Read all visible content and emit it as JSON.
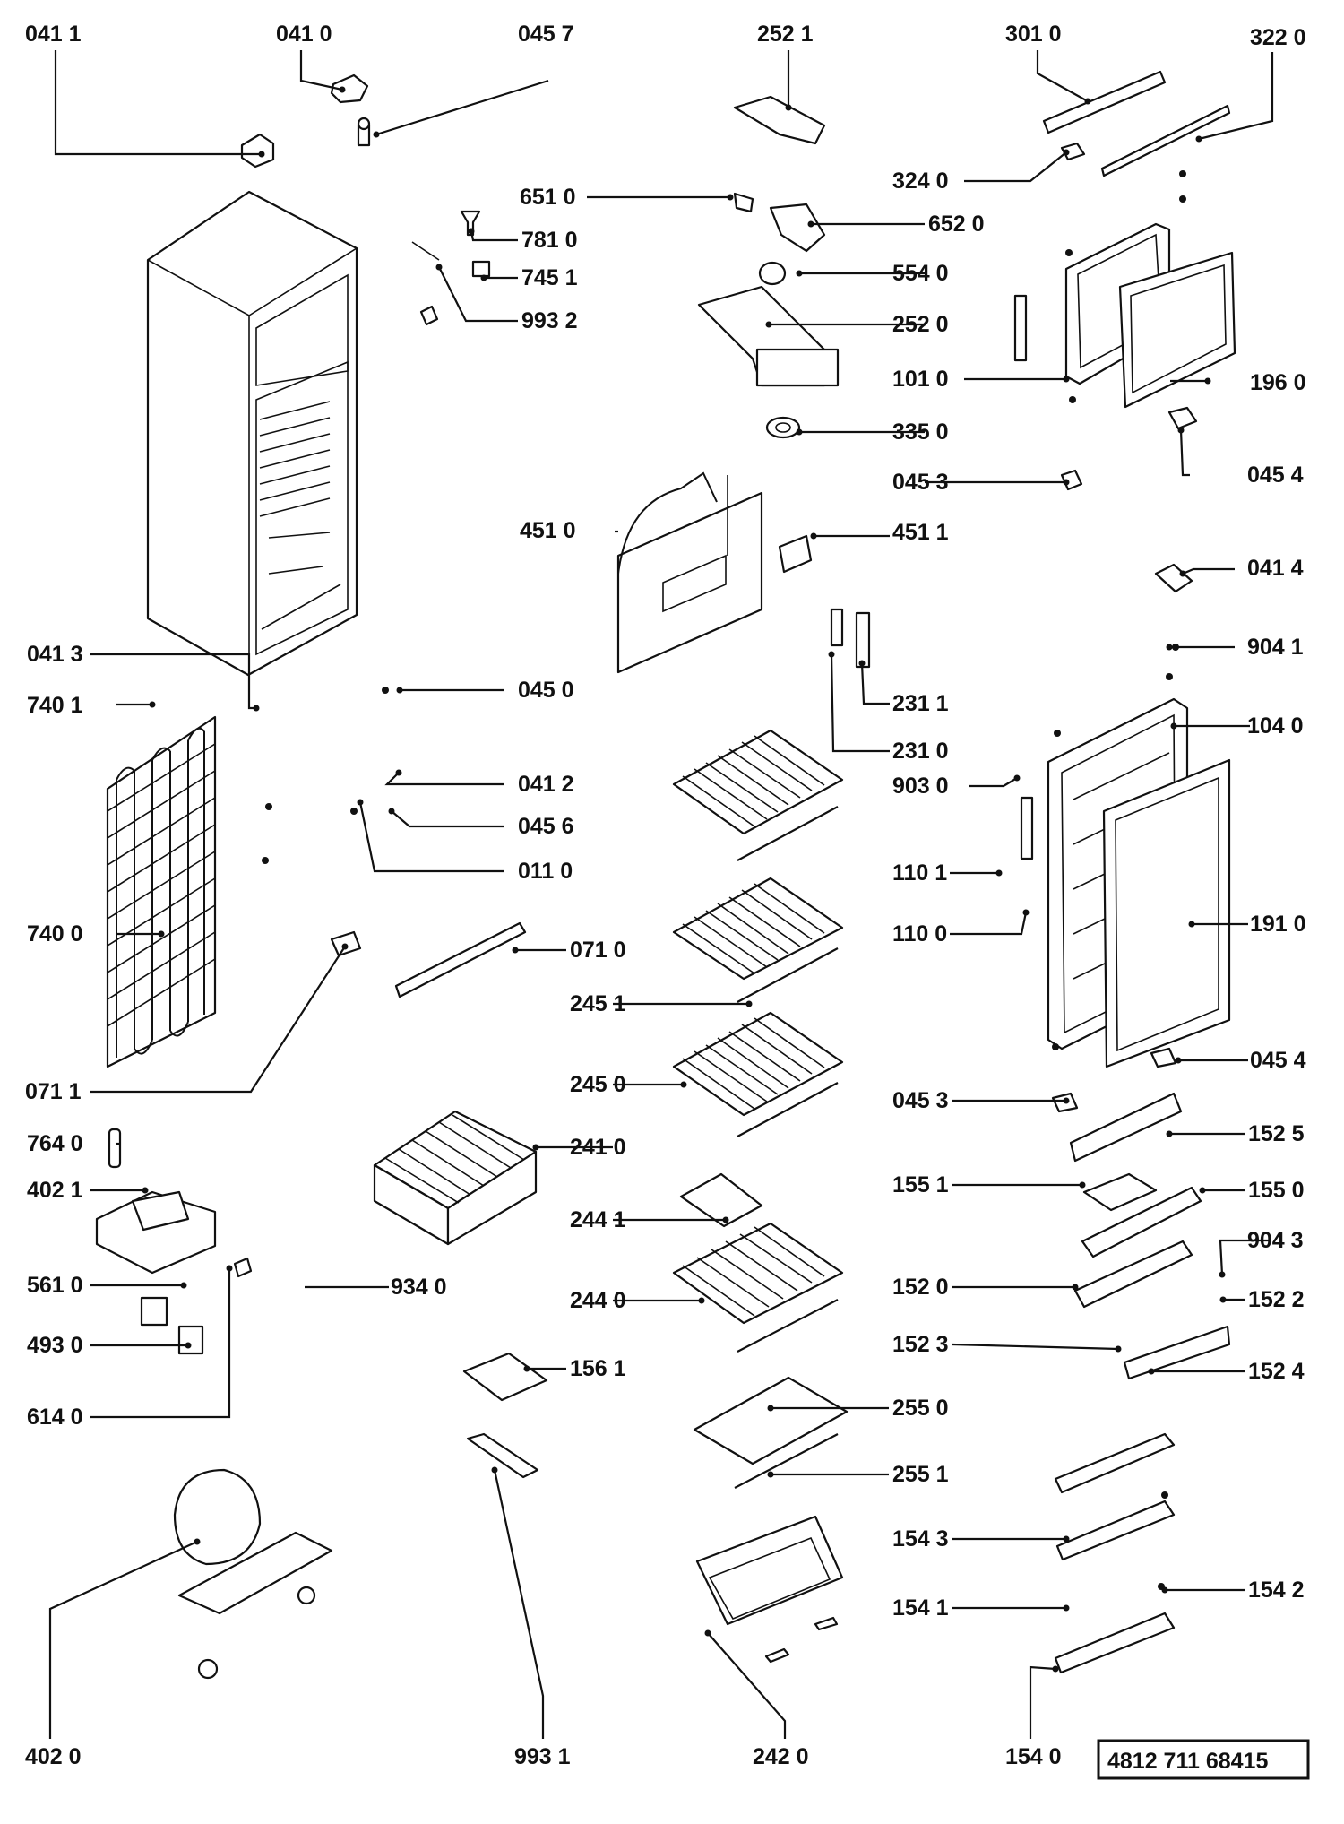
{
  "labels": {
    "l0411": "041 1",
    "l0410": "041 0",
    "l0457": "045 7",
    "l2521": "252 1",
    "l3010": "301 0",
    "l3220": "322 0",
    "l3240": "324 0",
    "l6510": "651 0",
    "l6520": "652 0",
    "l7810": "781 0",
    "l7451": "745 1",
    "l5540": "554 0",
    "l9932": "993 2",
    "l2520": "252 0",
    "l1010": "101 0",
    "l1960": "196 0",
    "l3350": "335 0",
    "l0453a": "045 3",
    "l0454a": "045 4",
    "l4510": "451 0",
    "l4511": "451 1",
    "l0414": "041 4",
    "l9041": "904 1",
    "l0413": "041 3",
    "l0450": "045 0",
    "l7401": "740 1",
    "l2311": "231 1",
    "l1040": "104 0",
    "l2310": "231 0",
    "l0412": "041 2",
    "l9030": "903 0",
    "l0456": "045 6",
    "l0110": "011 0",
    "l1101": "110 1",
    "l7400": "740 0",
    "l1100": "110 0",
    "l1910": "191 0",
    "l0710": "071 0",
    "l2451": "245 1",
    "l2450": "245 0",
    "l0454b": "045 4",
    "l0711": "071 1",
    "l0453b": "045 3",
    "l7640": "764 0",
    "l2410": "241 0",
    "l1525": "152 5",
    "l4021": "402 1",
    "l1551": "155 1",
    "l1550": "155 0",
    "l2441": "244 1",
    "l9043": "904 3",
    "l5610": "561 0",
    "l9340": "934 0",
    "l2440": "244 0",
    "l1520": "152 0",
    "l1522": "152 2",
    "l4930": "493 0",
    "l1523": "152 3",
    "l1561": "156 1",
    "l1524": "152 4",
    "l6140": "614 0",
    "l2550": "255 0",
    "l2551": "255 1",
    "l1543": "154 3",
    "l1542": "154 2",
    "l1541": "154 1",
    "l4020": "402 0",
    "l9931": "993 1",
    "l2420": "242 0",
    "l1540": "154 0"
  },
  "catalog_number": "4812 711 68415"
}
